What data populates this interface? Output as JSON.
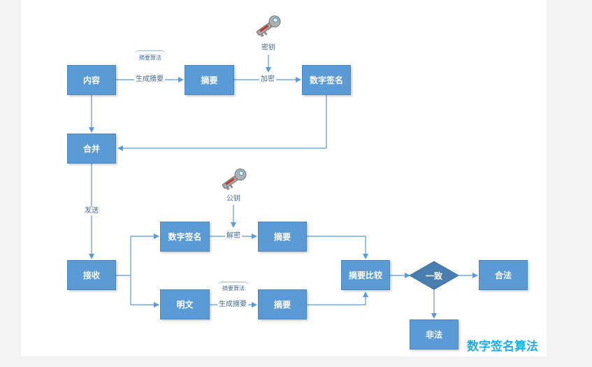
{
  "nodes": {
    "content": "内容",
    "digest_top": "摘要",
    "signature_top": "数字签名",
    "merge": "合并",
    "receive": "接收",
    "signature_bottom": "数字签名",
    "plaintext": "明文",
    "digest_decrypted": "摘要",
    "digest_generated": "摘要",
    "compare": "摘要比较",
    "decision": "一致",
    "valid": "合法",
    "invalid": "非法"
  },
  "edge_labels": {
    "gen_digest_top": "生成摘要",
    "encrypt": "加密",
    "send": "发送",
    "decrypt": "解密",
    "gen_digest_bottom": "生成摘要"
  },
  "notes": {
    "algo_top": "摘要算法",
    "algo_bottom": "摘要算法"
  },
  "keys": {
    "private_key": "密钥",
    "public_key": "公钥"
  },
  "title": "数字签名算法",
  "colors": {
    "box": "#5b9bd5",
    "diamond": "#4a7eb0",
    "line": "#5b9bd5",
    "title": "#1eaee6"
  }
}
